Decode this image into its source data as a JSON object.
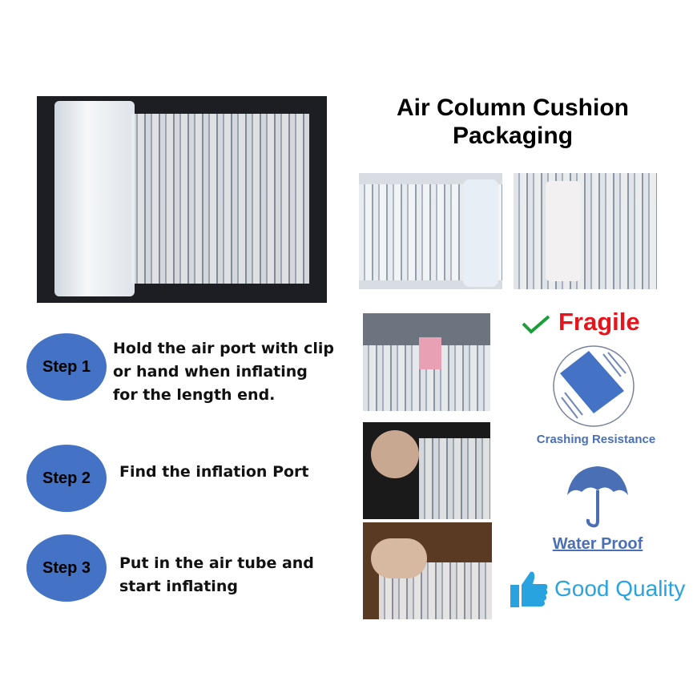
{
  "title": {
    "line1": "Air Column Cushion",
    "line2": "Packaging"
  },
  "steps": [
    {
      "label": "Step 1",
      "text": [
        "Hold the air port with clip",
        "or hand when inflating",
        "for the length end."
      ]
    },
    {
      "label": "Step 2",
      "text": [
        "Find the inflation Port"
      ]
    },
    {
      "label": "Step 3",
      "text": [
        "Put in the air tube and",
        "start inflating"
      ]
    }
  ],
  "features": {
    "fragile": "Fragile",
    "crashing": "Crashing Resistance",
    "water": "Water Proof",
    "quality": "Good Quality"
  },
  "colors": {
    "step": "#4472c4",
    "fragile": "#e8141c",
    "check": "#1a9e3a",
    "feature": "#4a6fb5",
    "quality": "#29a3e0"
  }
}
